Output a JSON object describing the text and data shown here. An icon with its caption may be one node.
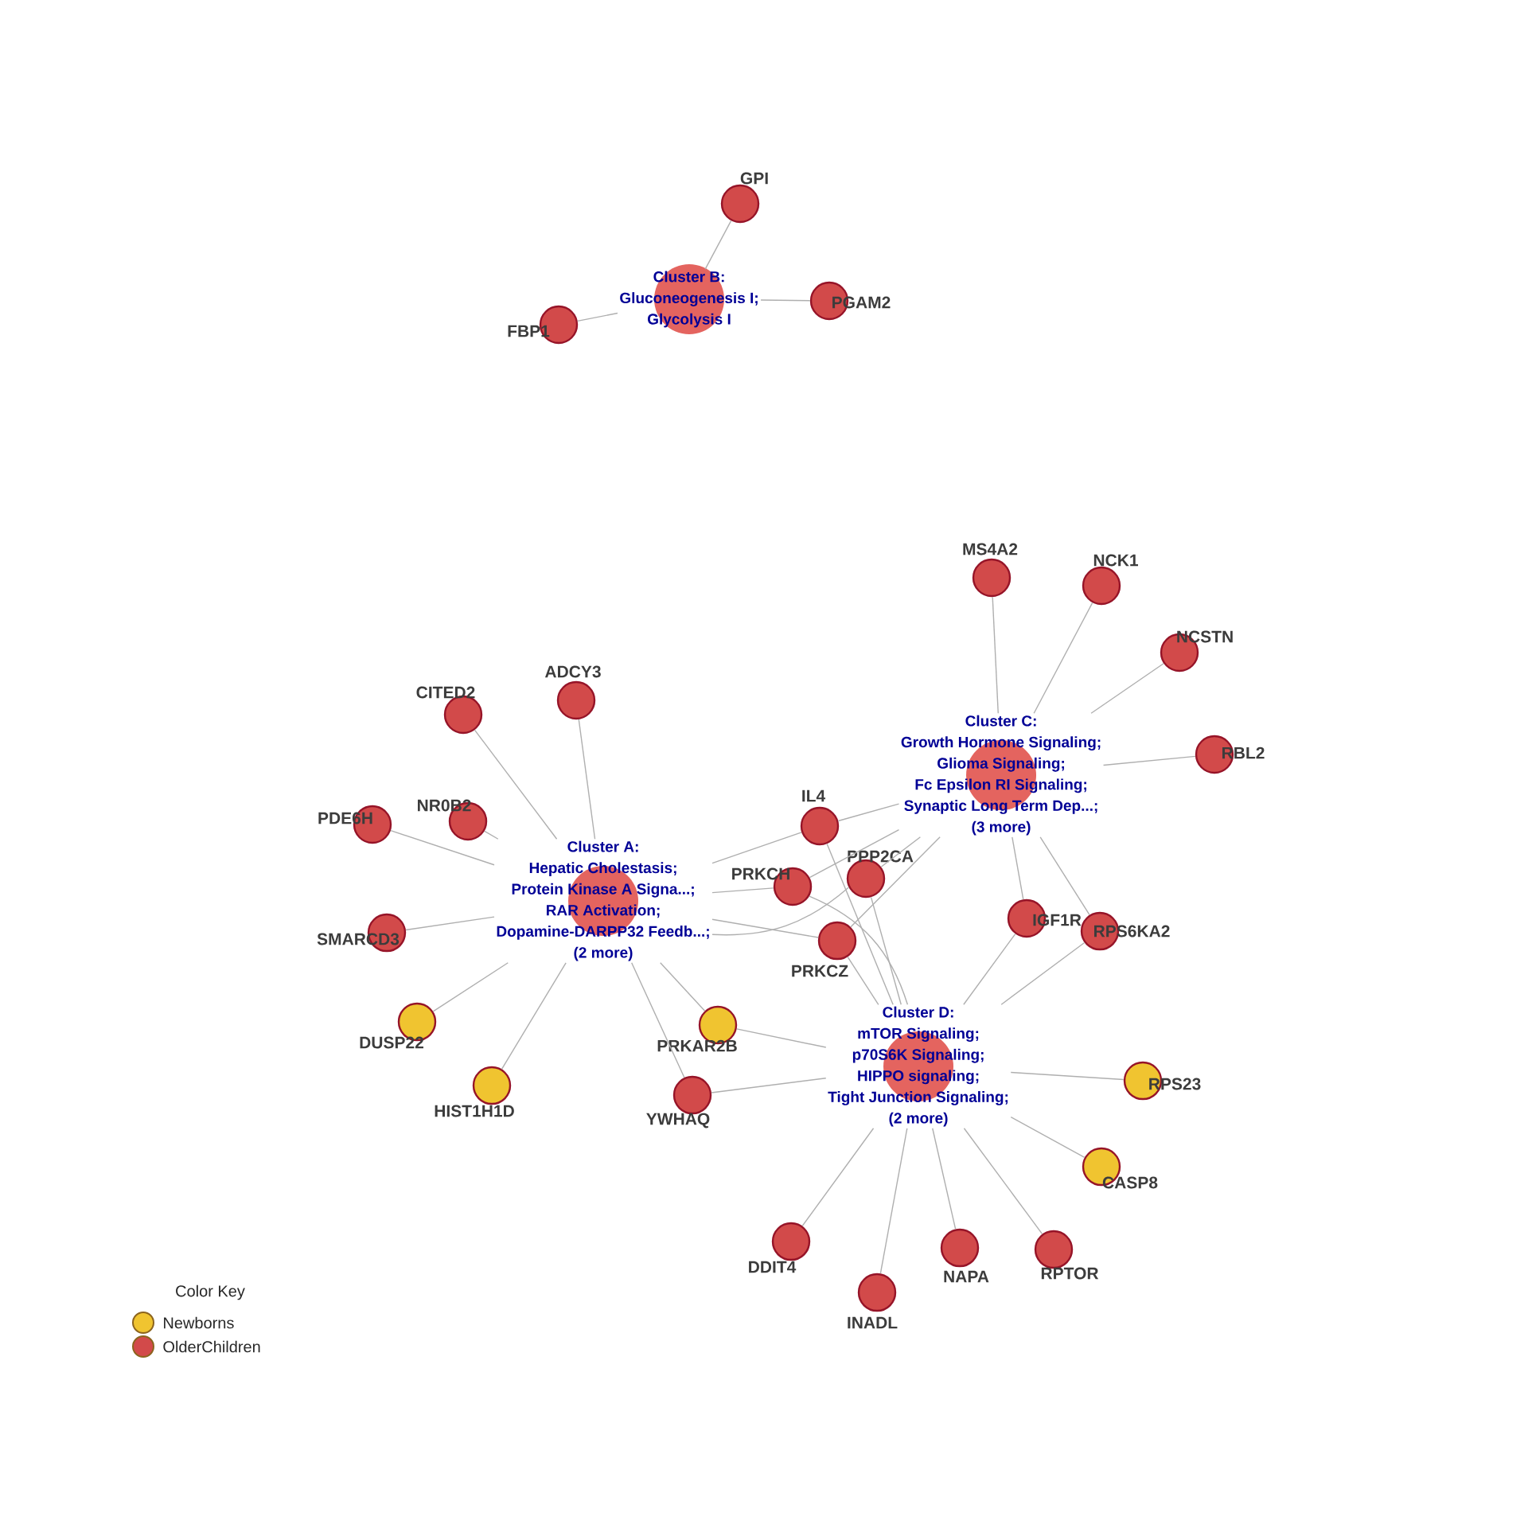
{
  "diagram": {
    "nodes": [
      {
        "text": [
          "Cluster B:",
          "Gluconeogenesis I;",
          "Glycolysis I"
        ]
      },
      {
        "text": [
          "GPI"
        ]
      },
      {
        "text": [
          "PGAM2"
        ]
      },
      {
        "text": [
          "FBP1"
        ]
      },
      {
        "text": [
          "Cluster C:",
          "Growth Hormone Signaling;",
          "Glioma Signaling;",
          "Fc Epsilon RI Signaling;",
          "Synaptic Long Term Dep...;",
          "(3 more)"
        ]
      },
      {
        "text": [
          "MS4A2"
        ]
      },
      {
        "text": [
          "NCK1"
        ]
      },
      {
        "text": [
          "NCSTN"
        ]
      },
      {
        "text": [
          "RBL2"
        ]
      },
      {
        "text": [
          "Cluster A:",
          "Hepatic Cholestasis;",
          "Protein Kinase A Signa...;",
          "RAR Activation;",
          "Dopamine-DARPP32 Feedb...;",
          "(2 more)"
        ]
      },
      {
        "text": [
          "CITED2"
        ]
      },
      {
        "text": [
          "ADCY3"
        ]
      },
      {
        "text": [
          "NR0B2"
        ]
      },
      {
        "text": [
          "PDE6H"
        ]
      },
      {
        "text": [
          "SMARCD3"
        ]
      },
      {
        "text": [
          "DUSP22"
        ]
      },
      {
        "text": [
          "HIST1H1D"
        ]
      },
      {
        "text": [
          "IL4"
        ]
      },
      {
        "text": [
          "PRKCH"
        ]
      },
      {
        "text": [
          "PPP2CA"
        ]
      },
      {
        "text": [
          "PRKCZ"
        ]
      },
      {
        "text": [
          "IGF1R"
        ]
      },
      {
        "text": [
          "RPS6KA2"
        ]
      },
      {
        "text": [
          "Cluster D:",
          "mTOR Signaling;",
          "p70S6K Signaling;",
          "HIPPO signaling;",
          "Tight Junction Signaling;",
          "(2 more)"
        ]
      },
      {
        "text": [
          "PRKAR2B"
        ]
      },
      {
        "text": [
          "YWHAQ"
        ]
      },
      {
        "text": [
          "RPS23"
        ]
      },
      {
        "text": [
          "CASP8"
        ]
      },
      {
        "text": [
          "DDIT4"
        ]
      },
      {
        "text": [
          "INADL"
        ]
      },
      {
        "text": [
          "NAPA"
        ]
      },
      {
        "text": [
          "RPTOR"
        ]
      }
    ],
    "edges": [
      {
        "from": 0,
        "to": 1,
        "arrow": "none"
      },
      {
        "from": 0,
        "to": 2,
        "arrow": "none"
      },
      {
        "from": 0,
        "to": 3,
        "arrow": "none"
      },
      {
        "from": 4,
        "to": 5,
        "arrow": "none"
      },
      {
        "from": 4,
        "to": 6,
        "arrow": "none"
      },
      {
        "from": 4,
        "to": 7,
        "arrow": "none"
      },
      {
        "from": 4,
        "to": 8,
        "arrow": "none"
      },
      {
        "from": 4,
        "to": 17,
        "arrow": "none"
      },
      {
        "from": 4,
        "to": 18,
        "arrow": "none"
      },
      {
        "from": 4,
        "to": 19,
        "arrow": "none"
      },
      {
        "from": 4,
        "to": 20,
        "arrow": "none"
      },
      {
        "from": 4,
        "to": 21,
        "arrow": "none"
      },
      {
        "from": 4,
        "to": 22,
        "arrow": "none"
      },
      {
        "from": 9,
        "to": 10,
        "arrow": "none"
      },
      {
        "from": 9,
        "to": 11,
        "arrow": "none"
      },
      {
        "from": 9,
        "to": 12,
        "arrow": "none"
      },
      {
        "from": 9,
        "to": 13,
        "arrow": "none"
      },
      {
        "from": 9,
        "to": 14,
        "arrow": "none"
      },
      {
        "from": 9,
        "to": 15,
        "arrow": "none"
      },
      {
        "from": 9,
        "to": 16,
        "arrow": "none"
      },
      {
        "from": 9,
        "to": 17,
        "arrow": "none"
      },
      {
        "from": 9,
        "to": 18,
        "arrow": "none"
      },
      {
        "from": 9,
        "to": 19,
        "arrow": "none"
      },
      {
        "from": 9,
        "to": 20,
        "arrow": "none"
      },
      {
        "from": 9,
        "to": 24,
        "arrow": "none"
      },
      {
        "from": 9,
        "to": 25,
        "arrow": "none"
      },
      {
        "from": 23,
        "to": 17,
        "arrow": "none"
      },
      {
        "from": 23,
        "to": 18,
        "arrow": "none"
      },
      {
        "from": 23,
        "to": 19,
        "arrow": "none"
      },
      {
        "from": 23,
        "to": 20,
        "arrow": "none"
      },
      {
        "from": 23,
        "to": 21,
        "arrow": "none"
      },
      {
        "from": 23,
        "to": 22,
        "arrow": "none"
      },
      {
        "from": 23,
        "to": 24,
        "arrow": "none"
      },
      {
        "from": 23,
        "to": 25,
        "arrow": "none"
      },
      {
        "from": 23,
        "to": 26,
        "arrow": "none"
      },
      {
        "from": 23,
        "to": 27,
        "arrow": "none"
      },
      {
        "from": 23,
        "to": 28,
        "arrow": "none"
      },
      {
        "from": 23,
        "to": 29,
        "arrow": "none"
      },
      {
        "from": 23,
        "to": 30,
        "arrow": "none"
      },
      {
        "from": 23,
        "to": 31,
        "arrow": "none"
      }
    ],
    "labels": [
      "Color Key"
    ],
    "legend": [
      {
        "text": "Newborns",
        "color": "#f0c430"
      },
      {
        "text": "OlderChildren",
        "color": "#d24a4a"
      }
    ]
  }
}
